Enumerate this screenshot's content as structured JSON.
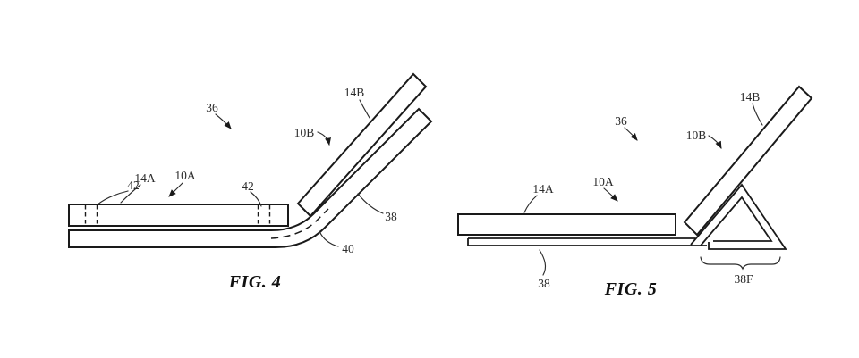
{
  "colors": {
    "background": "#ffffff",
    "line": "#1a1a1a",
    "label": "#2b2b2b"
  },
  "figures": [
    {
      "caption": "FIG. 4",
      "labels": {
        "n36": "36",
        "n14B": "14B",
        "n10B": "10B",
        "n42a": "42",
        "n14A": "14A",
        "n10A": "10A",
        "n42b": "42",
        "n38": "38",
        "n40": "40"
      }
    },
    {
      "caption": "FIG. 5",
      "labels": {
        "n36": "36",
        "n14B": "14B",
        "n10B": "10B",
        "n14A": "14A",
        "n10A": "10A",
        "n38": "38",
        "n38F": "38F"
      }
    }
  ]
}
